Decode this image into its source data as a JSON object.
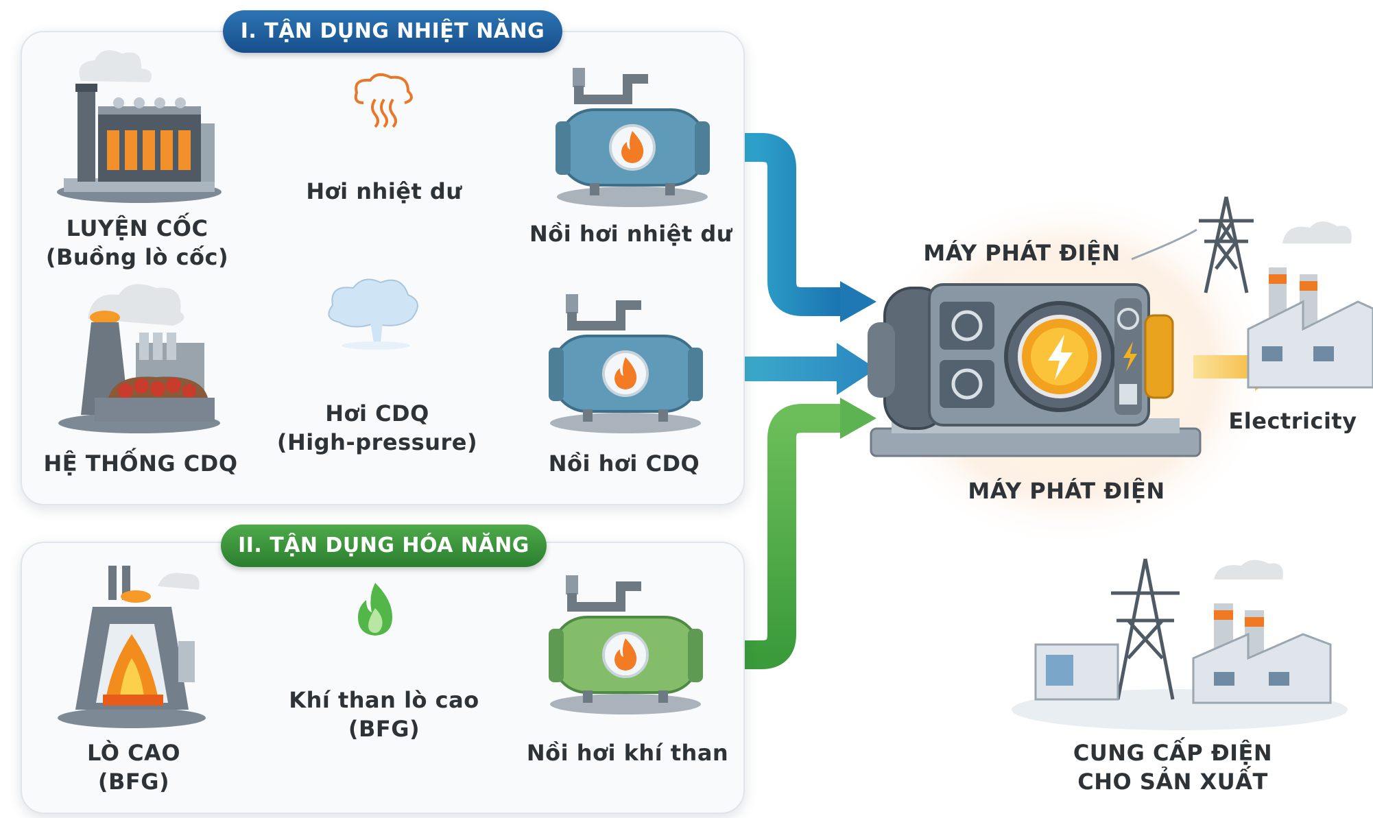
{
  "section1_title": "I. TẬN DỤNG NHIỆT NĂNG",
  "section2_title": "II. TẬN DỤNG HÓA NĂNG",
  "sources": {
    "coke": {
      "line1": "LUYỆN CỐC",
      "line2": "(Buồng lò cốc)"
    },
    "cdq": {
      "line1": "HỆ THỐNG CDQ"
    },
    "blast": {
      "line1": "LÒ CAO",
      "line2": "(BFG)"
    }
  },
  "flows": {
    "waste_heat": {
      "line1": "Hơi nhiệt dư"
    },
    "cdq_steam": {
      "line1": "Hơi CDQ",
      "line2": "(High-pressure)"
    },
    "bfg_gas": {
      "line1": "Khí than lò cao",
      "line2": "(BFG)"
    }
  },
  "boilers": {
    "waste_heat": "Nồi hơi nhiệt dư",
    "cdq": "Nồi hơi CDQ",
    "gas": "Nồi hơi khí than"
  },
  "generator": {
    "top_label": "MÁY PHÁT ĐIỆN",
    "bottom_label": "MÁY PHÁT ĐIỆN"
  },
  "output": {
    "electricity": "Electricity"
  },
  "supply": {
    "line1": "CUNG CẤP ĐIỆN",
    "line2": "CHO SẢN XUẤT"
  },
  "colors": {
    "heat_orange": "#f07a22",
    "steam_blue": "#2f86c9",
    "gas_green": "#45a83f",
    "title_blue": "#1f5f9e",
    "title_green": "#3a953b",
    "boiler_blue": "#5f9bb8",
    "boiler_green": "#84bd6a",
    "electric_yellow": "#f5b823"
  },
  "icons": {
    "coke_plant": "coke-oven-factory-icon",
    "cdq_system": "cdq-quenching-plant-icon",
    "blast_furnace": "blast-furnace-icon",
    "heat": "heat-waves-icon",
    "steam": "steam-cloud-icon",
    "flame": "green-flame-icon",
    "boiler": "boiler-tank-icon",
    "generator": "electric-generator-icon",
    "pylon": "transmission-tower-icon",
    "factory": "factory-icon"
  }
}
